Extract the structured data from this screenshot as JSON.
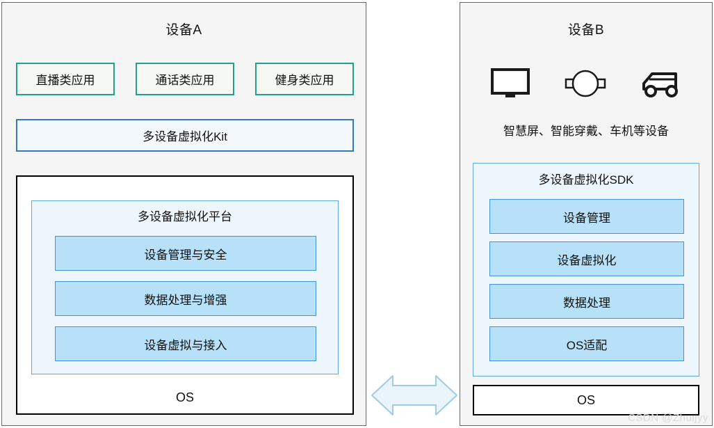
{
  "device_a": {
    "title": "设备A",
    "apps": [
      {
        "label": "直播类应用"
      },
      {
        "label": "通话类应用"
      },
      {
        "label": "健身类应用"
      }
    ],
    "kit_label": "多设备虚拟化Kit",
    "platform": {
      "title": "多设备虚拟化平台",
      "modules": [
        {
          "label": "设备管理与安全"
        },
        {
          "label": "数据处理与增强"
        },
        {
          "label": "设备虚拟与接入"
        }
      ]
    },
    "os_label": "OS"
  },
  "device_b": {
    "title": "设备B",
    "icons": [
      {
        "name": "tv-icon"
      },
      {
        "name": "smartwatch-icon"
      },
      {
        "name": "car-icon"
      }
    ],
    "caption": "智慧屏、智能穿戴、车机等设备",
    "sdk": {
      "title": "多设备虚拟化SDK",
      "modules": [
        {
          "label": "设备管理"
        },
        {
          "label": "设备虚拟化"
        },
        {
          "label": "数据处理"
        },
        {
          "label": "OS适配"
        }
      ]
    },
    "os_label": "OS"
  },
  "connector": {
    "name": "bidirectional-arrow",
    "fill": "#eaf4fb",
    "stroke": "#9fcbe8"
  },
  "watermark": "CSDN @Zhuijyy",
  "colors": {
    "panel_bg": "#f5f5f5",
    "panel_border": "#676767",
    "app_border": "#23a087",
    "app_bg": "#f6f9f3",
    "kit_border": "#2e7cbf",
    "kit_bg": "#f3f8fd",
    "module_border": "#3f93d6",
    "module_bg": "#b6e1f8",
    "container_border": "#5fa8de",
    "container_bg": "#eef6fd",
    "os_border": "#000000",
    "text": "#111111"
  }
}
